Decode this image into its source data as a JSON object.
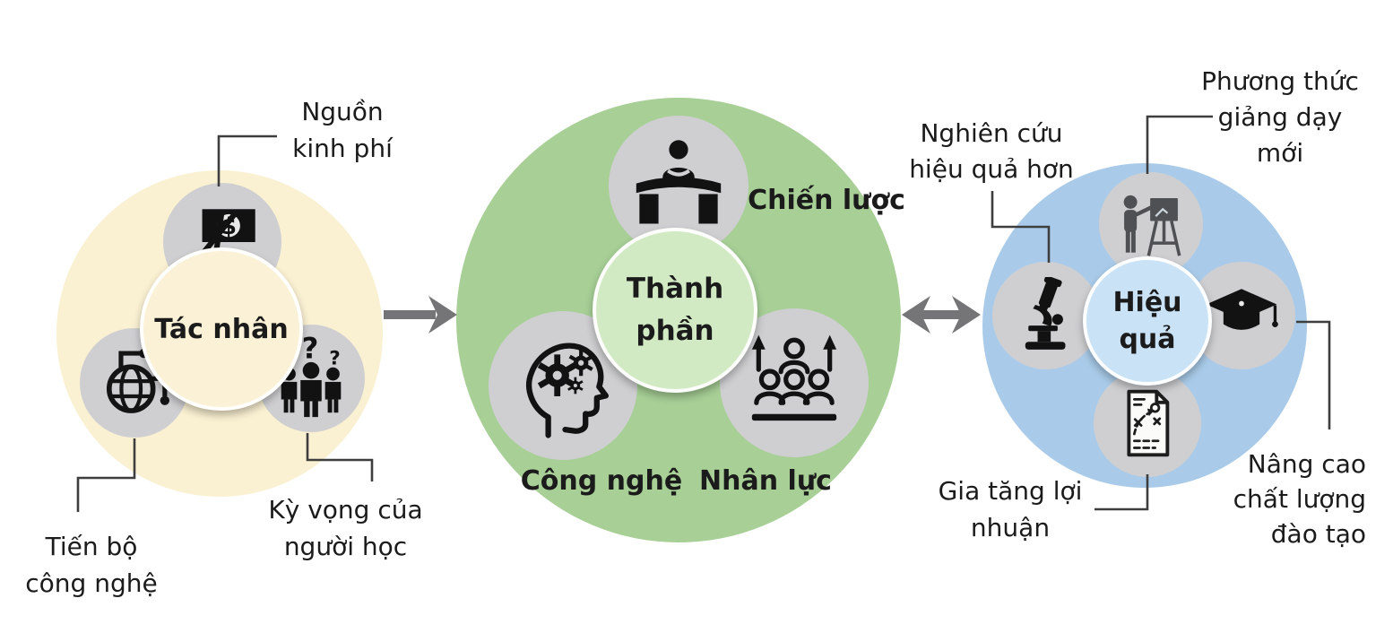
{
  "diagram_title": "",
  "colors": {
    "left_circle": "#FAF0D2",
    "left_inner": "#FAF1D6",
    "middle_circle": "#A7CF96",
    "middle_inner": "#D2EAC4",
    "right_circle": "#A9CBE9",
    "right_inner": "#C9E2F6",
    "icon_circle": "#CFCFD2",
    "arrow": "#757577",
    "connector": "#3E3E3E",
    "text": "#1B1B1B"
  },
  "arrows": {
    "left_to_middle": "one-way-right",
    "middle_to_right": "two-way"
  },
  "left": {
    "center_label": "Tác nhân",
    "icons": [
      "money-cut-icon",
      "globe-network-icon",
      "people-question-icon"
    ],
    "callouts": {
      "funding": {
        "lines": [
          "Nguồn",
          "kinh phí"
        ]
      },
      "tech": {
        "lines": [
          "Tiến bộ",
          "công nghệ"
        ]
      },
      "expect": {
        "lines": [
          "Kỳ vọng của",
          "người học"
        ]
      }
    }
  },
  "middle": {
    "center_lines": [
      "Thành",
      "phần"
    ],
    "icons": [
      "strategy-desk-icon",
      "head-gears-icon",
      "people-arrows-icon"
    ],
    "items": {
      "strategy": "Chiến lược",
      "technology": "Công nghệ",
      "hr": "Nhân lực"
    }
  },
  "right": {
    "center_lines": [
      "Hiệu",
      "quả"
    ],
    "icons": [
      "teacher-board-icon",
      "microscope-icon",
      "graduation-cap-icon",
      "strategy-plan-icon"
    ],
    "callouts": {
      "research": {
        "lines": [
          "Nghiên cứu",
          "hiệu quả hơn"
        ]
      },
      "teaching": {
        "lines": [
          "Phương thức",
          "giảng dạy",
          "mới"
        ]
      },
      "quality": {
        "lines": [
          "Nâng cao",
          "chất lượng",
          "đào tạo"
        ]
      },
      "profit": {
        "lines": [
          "Gia tăng lợi",
          "nhuận"
        ]
      }
    }
  }
}
